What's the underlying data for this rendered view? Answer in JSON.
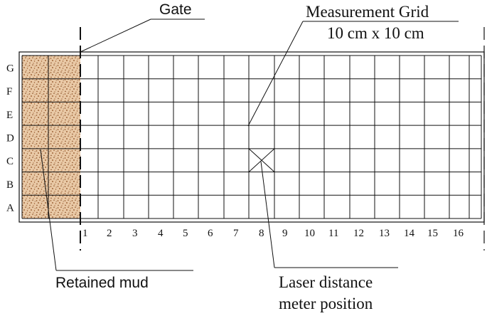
{
  "labels": {
    "gate": "Gate",
    "grid_title_line1": "Measurement Grid",
    "grid_title_line2": "10 cm x 10 cm",
    "retained_mud": "Retained mud",
    "laser_line1": "Laser distance",
    "laser_line2": "meter position"
  },
  "row_labels": [
    "G",
    "F",
    "E",
    "D",
    "C",
    "B",
    "A"
  ],
  "column_labels": [
    "1",
    "2",
    "3",
    "4",
    "5",
    "6",
    "7",
    "8",
    "9",
    "10",
    "11",
    "12",
    "13",
    "14",
    "15",
    "16"
  ],
  "laser_position": {
    "column": "8",
    "row": "C"
  },
  "colors": {
    "line": "#111111",
    "mud_base": "#e9c9a6",
    "mud_dots": "#8a4a1c"
  }
}
